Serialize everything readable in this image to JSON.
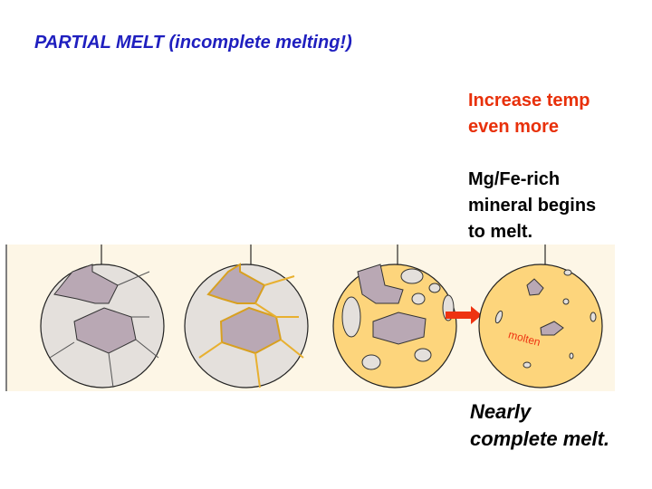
{
  "title": "PARTIAL MELT (incomplete melting!)",
  "increase": [
    "Increase temp",
    "even more"
  ],
  "mineral": [
    "Mg/Fe-rich",
    "mineral begins",
    "to melt."
  ],
  "result": [
    "Nearly",
    "complete melt."
  ],
  "diagram": {
    "molten_label": "molten"
  },
  "colors": {
    "panel": "#fdf6e6",
    "grain": "#e4e0dc",
    "mafic": "#b9a8b4",
    "melt": "#fdd57c",
    "arrow": "#ee3311"
  }
}
